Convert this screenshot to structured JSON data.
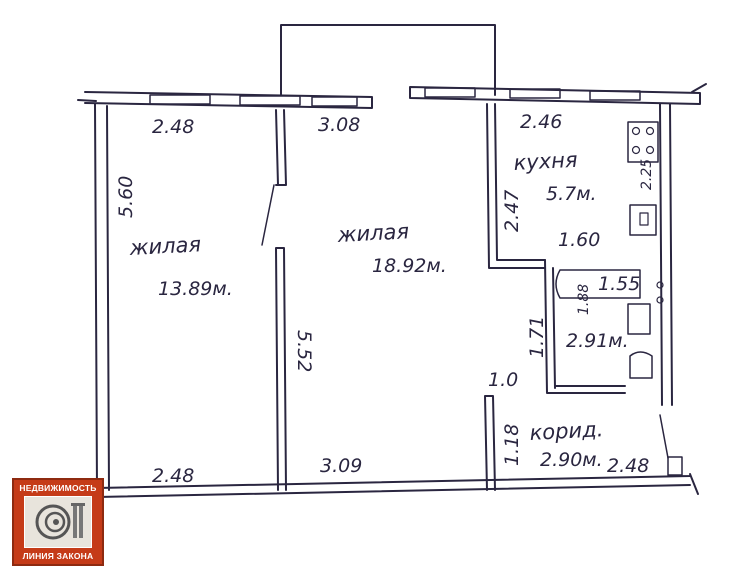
{
  "rooms": [
    {
      "name": "жилая",
      "area": "13.89м."
    },
    {
      "name": "жилая",
      "area": "18.92м."
    },
    {
      "name": "кухня",
      "area": "5.7м."
    },
    {
      "name": "",
      "area": "2.91м."
    },
    {
      "name": "корид.",
      "area": "2.90м."
    }
  ],
  "dimensions": {
    "left_room_top": "2.48",
    "middle_top": "3.08",
    "kitchen_top": "2.46",
    "left_height": "5.60",
    "middle_partition": "5.52",
    "kitchen_height": "2.47",
    "kitchen_small": "2.25",
    "bath_top": "1.60",
    "bath_inner": "1.55",
    "bath_small": "1.88",
    "bath_side": "1.71",
    "door": "1.0",
    "corridor_side": "1.18",
    "left_room_bottom": "2.48",
    "middle_bottom": "3.09",
    "corridor_bottom": "2.48"
  },
  "logo": {
    "top_text": "НЕДВИЖИМОСТЬ",
    "bottom_text": "ЛИНИЯ ЗАКОНА",
    "color": "#c53b18"
  },
  "colors": {
    "ink": "#2a2640",
    "background": "#ffffff"
  }
}
